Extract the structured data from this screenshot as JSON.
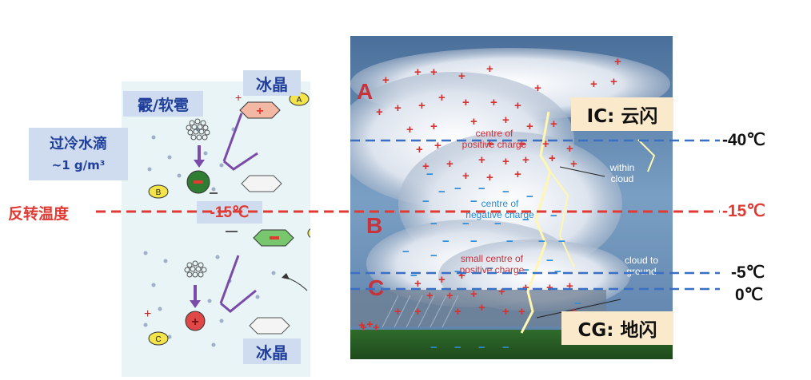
{
  "left": {
    "graupel_label": "霰/软雹",
    "ice_crystal_top": "冰晶",
    "ice_crystal_bottom": "冰晶",
    "supercooled_label": "过冷水滴",
    "supercooled_density": "~1 g/m³",
    "reversal_label": "反转温度",
    "reversal_temp": "-15℃",
    "marker_a": "A",
    "marker_b": "B",
    "marker_c": "C"
  },
  "photo": {
    "letter_a": "A",
    "letter_b": "B",
    "letter_c": "C",
    "positive_top_line1": "centre of",
    "positive_top_line2": "positive charge",
    "negative_line1": "centre of",
    "negative_line2": "negative charge",
    "small_positive_line1": "small centre of",
    "small_positive_line2": "positive charge",
    "within_line1": "within",
    "within_line2": "cloud",
    "cg_line1": "cloud to",
    "cg_line2": "ground",
    "ic_callout": "IC: 云闪",
    "cg_callout": "CG: 地闪"
  },
  "temperatures": {
    "t_minus40": "-40℃",
    "t_minus15": "-15℃",
    "t_minus5": "-5℃",
    "t_zero": "0℃"
  },
  "colors": {
    "red_line": "#e03a33",
    "blue_line": "#3b6fc4",
    "label_blue": "#1f3f9a",
    "callout_bg": "#fbe9cc"
  }
}
